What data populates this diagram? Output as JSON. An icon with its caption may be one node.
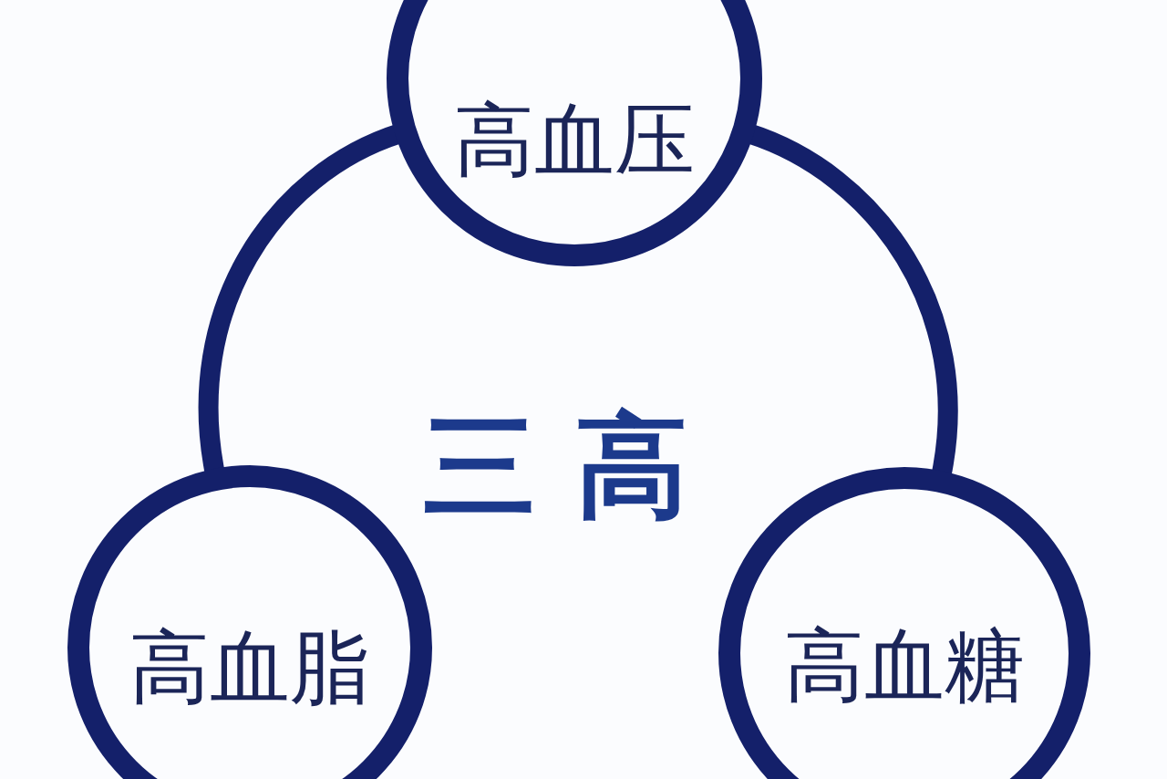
{
  "diagram": {
    "nodes": [
      {
        "text": [
          "高血压"
        ]
      },
      {
        "text": [
          "高血脂"
        ]
      },
      {
        "text": [
          "高血糖"
        ]
      }
    ],
    "edges": [
      {
        "from": 0,
        "to": 1,
        "arrow": "none"
      },
      {
        "from": 0,
        "to": 2,
        "arrow": "none"
      }
    ],
    "labels": [
      "三 高"
    ]
  }
}
